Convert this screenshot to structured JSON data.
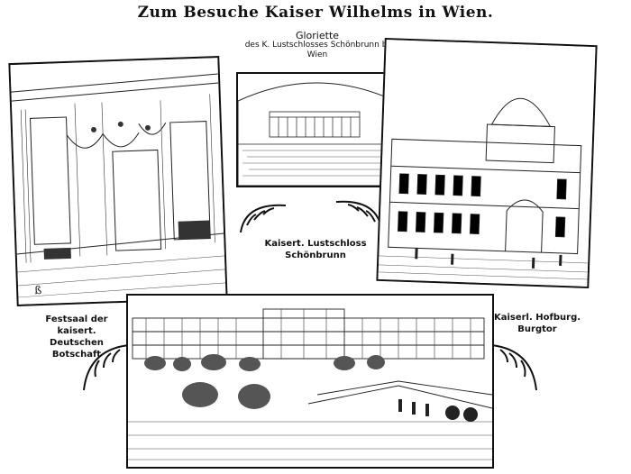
{
  "title": "Zum Besuche Kaiser Wilhelms in Wien.",
  "captions": {
    "gloriette_line1": "Gloriette",
    "gloriette_line2": "des K. Lustschlosses Schönbrunn b. Wien",
    "schoenbrunn_line1": "Kaisert. Lustschloss",
    "schoenbrunn_line2": "Schönbrunn",
    "festsaal_line1": "Festsaal der kaisert.",
    "festsaal_line2": "Deutschen Botschaft",
    "hofburg_line1": "Kaiserl. Hofburg.",
    "hofburg_line2": "Burgtor"
  }
}
